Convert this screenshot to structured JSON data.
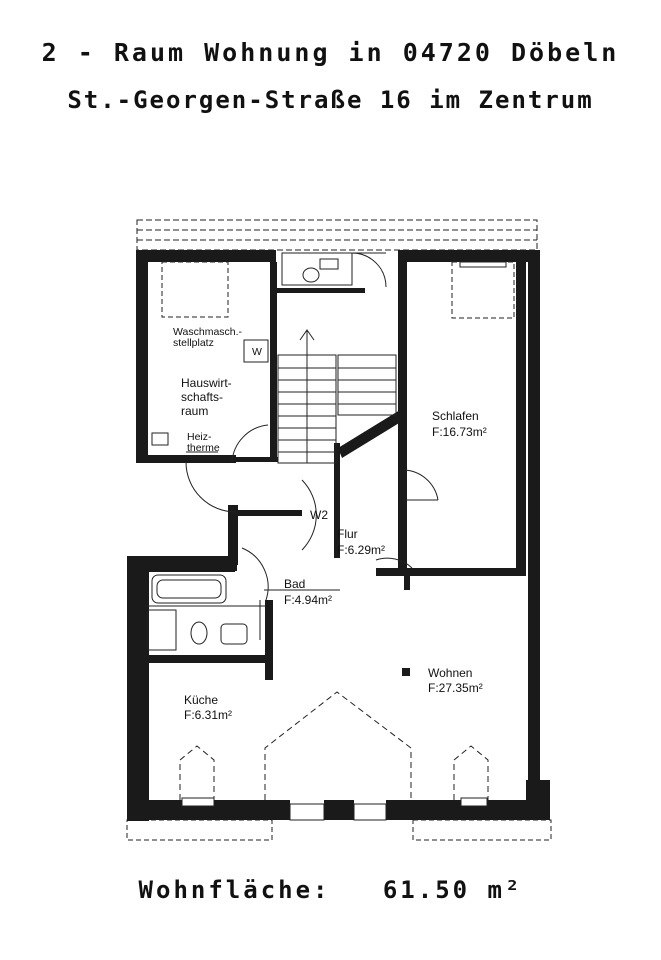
{
  "header": {
    "line1": "2 - Raum Wohnung in 04720 Döbeln",
    "line2": "St.-Georgen-Straße 16 im Zentrum"
  },
  "rooms": {
    "waschmasch_1": "Waschmasch.-",
    "waschmasch_2": "stellplatz",
    "hauswirt_1": "Hauswirt-",
    "hauswirt_2": "schafts-",
    "hauswirt_3": "raum",
    "heiz_1": "Heiz-",
    "heiz_2": "therme",
    "w_symbol": "W",
    "schlafen": "Schlafen",
    "schlafen_area": "F:16.73m²",
    "flur": "Flur",
    "flur_area": "F:6.29m²",
    "bad": "Bad",
    "bad_area": "F:4.94m²",
    "wohnen": "Wohnen",
    "wohnen_area": "F:27.35m²",
    "kueche": "Küche",
    "kueche_area": "F:6.31m²",
    "wc_label": "W2"
  },
  "footer": {
    "label": "Wohnfläche:",
    "value": "61.50 m²"
  }
}
